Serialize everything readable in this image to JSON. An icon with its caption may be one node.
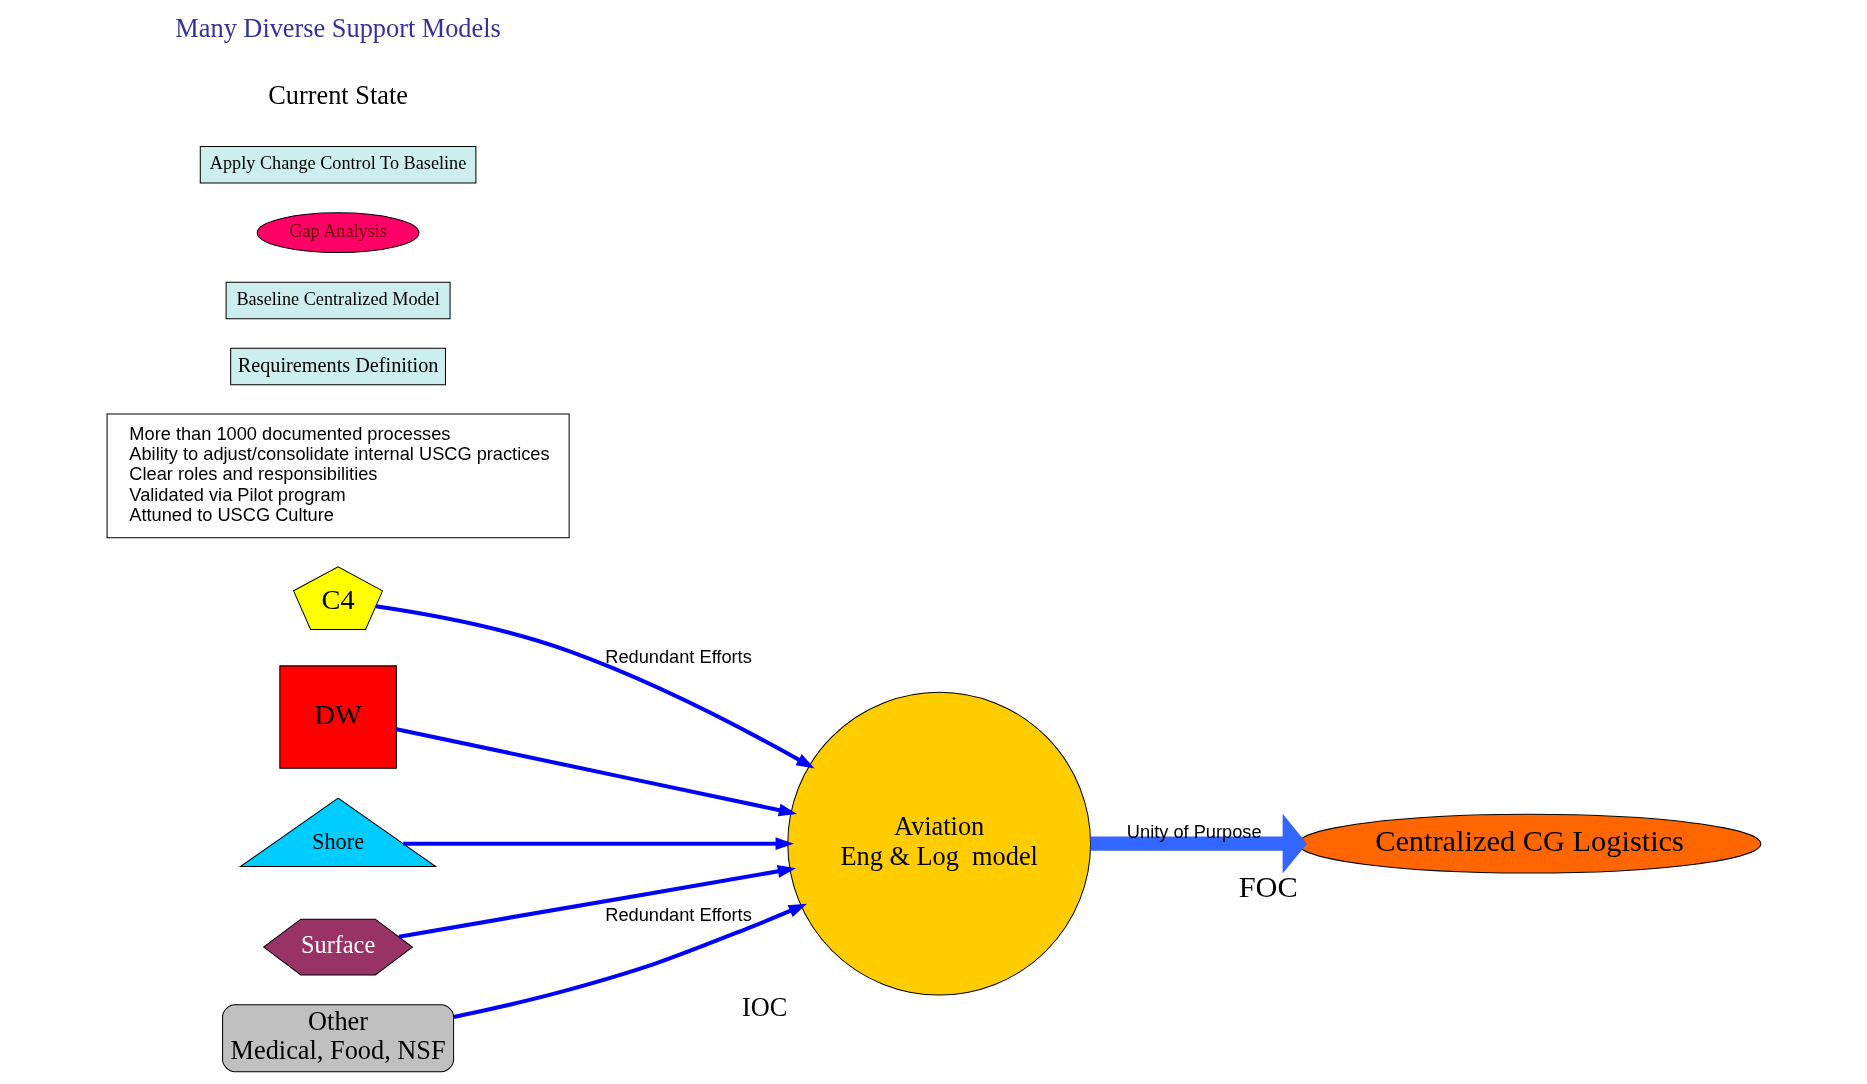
{
  "diagram": {
    "nodes": [
      {
        "text": [
          "C4"
        ]
      },
      {
        "text": [
          "DW"
        ]
      },
      {
        "text": [
          "Shore"
        ]
      },
      {
        "text": [
          "Surface"
        ]
      },
      {
        "text": [
          "Other",
          "Medical, Food, NSF"
        ]
      },
      {
        "text": [
          "Aviation",
          "Eng & Log  model"
        ],
        "beside": [
          "IOC"
        ]
      },
      {
        "text": [
          "Centralized CG Logistics"
        ],
        "beside": [
          "FOC"
        ]
      },
      {
        "text": [
          "More than 1000 documented processes",
          "Ability to adjust/consolidate internal USCG practices",
          "Clear roles and responsibilities",
          "Validated via Pilot program",
          "Attuned to USCG Culture"
        ]
      },
      {
        "text": [
          "Requirements Definition"
        ]
      },
      {
        "text": [
          "Baseline Centralized Model"
        ]
      },
      {
        "text": [
          "Gap Analysis"
        ]
      },
      {
        "text": [
          "Apply Change Control To Baseline"
        ]
      }
    ],
    "edges": [
      {
        "from": 0,
        "to": 5,
        "arrow": "to",
        "label": "Redundant Efforts"
      },
      {
        "from": 1,
        "to": 5,
        "arrow": "to"
      },
      {
        "from": 2,
        "to": 5,
        "arrow": "to"
      },
      {
        "from": 3,
        "to": 5,
        "arrow": "to"
      },
      {
        "from": 4,
        "to": 5,
        "arrow": "to",
        "label": "Redundant Efforts"
      },
      {
        "from": 5,
        "to": 6,
        "arrow": "to",
        "label": "Unity of Purpose",
        "style": "thick",
        "color": "#3366ff"
      }
    ],
    "labels": [
      "Current State",
      "Many Diverse Support Models"
    ]
  }
}
